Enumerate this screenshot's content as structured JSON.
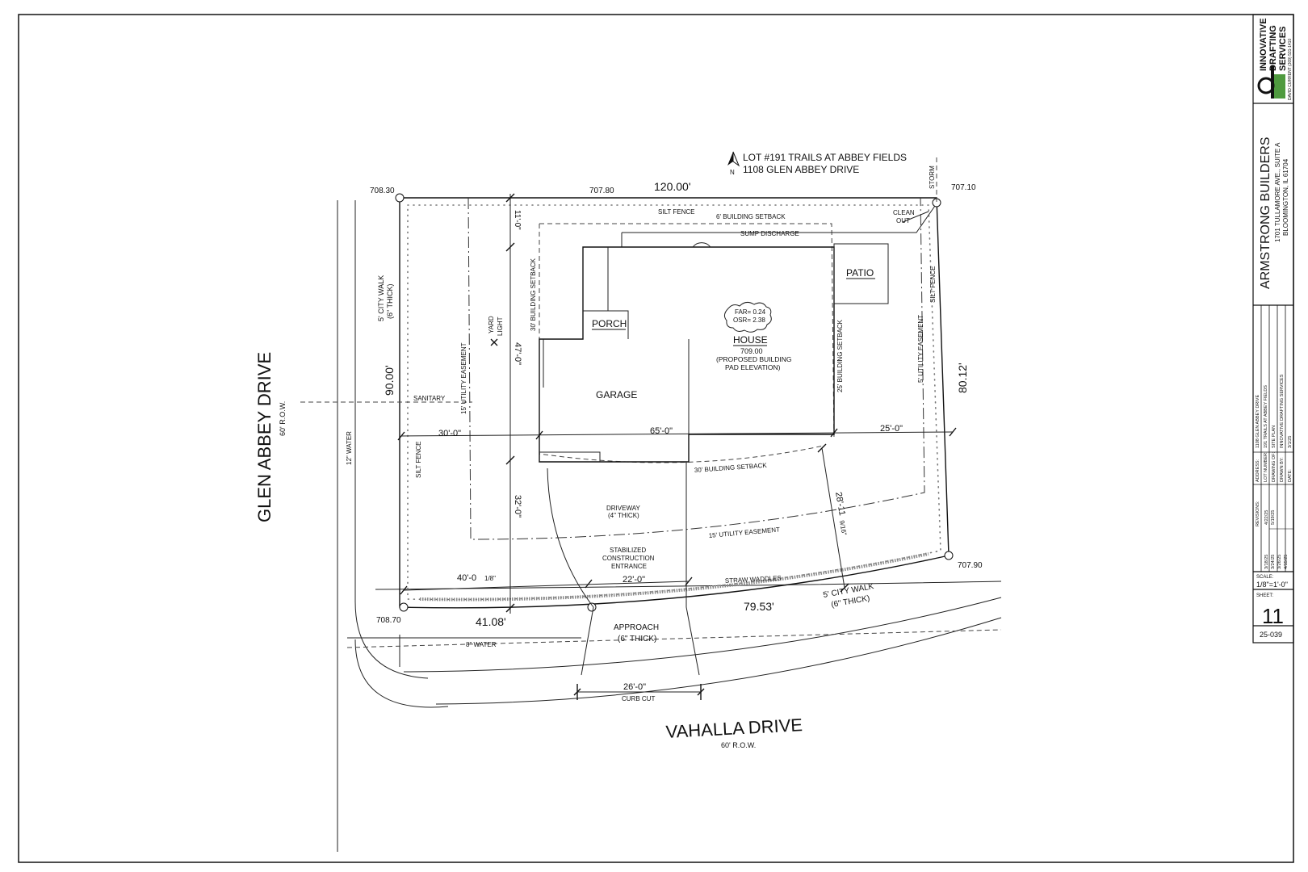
{
  "lot": {
    "title": "LOT #191 TRAILS AT ABBEY FIELDS",
    "address": "1108 GLEN ABBEY DRIVE",
    "north": "N"
  },
  "streets": {
    "glen_abbey": "GLEN ABBEY DRIVE",
    "glen_abbey_row": "60' R.O.W.",
    "vahalla": "VAHALLA DRIVE",
    "vahalla_row": "60' R.O.W."
  },
  "elevations": {
    "nw_corner": "708.30",
    "north_mid": "707.80",
    "ne_corner": "707.10",
    "se_corner": "707.90",
    "sw_corner": "708.70"
  },
  "dimensions": {
    "north_line": "120.00'",
    "west_line": "90.00'",
    "east_line": "80.12'",
    "south_west_seg": "41.08'",
    "south_east_seg": "79.53'",
    "front_setback_dim": "11'-0\"",
    "side_47": "47'-0\"",
    "side_32": "32'-0\"",
    "west_30": "30'-0\"",
    "house_65": "65'-0\"",
    "east_25": "25'-0\"",
    "drive_22": "22'-0\"",
    "sw_40": "40'-0",
    "sw_40_frac": "1/8\"",
    "se_28": "28'-11",
    "se_28_frac": "9/16\"",
    "curb_26": "26'-0\"",
    "curb_cut": "CURB CUT"
  },
  "labels": {
    "storm": "STORM",
    "clean_out_1": "CLEAN",
    "clean_out_2": "OUT",
    "silt_fence_north": "SILT FENCE",
    "silt_fence_east": "SILT FENCE",
    "silt_fence_west": "SILT FENCE",
    "setback_6": "6' BUILDING SETBACK",
    "sump": "SUMP DISCHARGE",
    "setback_30_west": "30' BUILDING SETBACK",
    "setback_25_east": "25' BUILDING SETBACK",
    "setback_30_south": "30' BUILDING SETBACK",
    "utility_15_west": "15' UTILITY EASEMENT",
    "utility_5_east": "5' UTILITY EASEMENT",
    "utility_15_south": "15' UTILITY EASEMENT",
    "patio": "PATIO",
    "porch": "PORCH",
    "garage": "GARAGE",
    "house": "HOUSE",
    "house_elev": "709.00",
    "house_note_1": "(PROPOSED BUILDING",
    "house_note_2": "PAD ELEVATION)",
    "far": "FAR= 0.24",
    "osr": "OSR= 2.38",
    "yard_light_1": "YARD",
    "yard_light_2": "LIGHT",
    "city_walk_west_1": "5' CITY WALK",
    "city_walk_west_2": "(6\" THICK)",
    "sanitary": "SANITARY",
    "water_12": "12\" WATER",
    "water_8": "8\" WATER",
    "driveway_1": "DRIVEWAY",
    "driveway_2": "(4\" THICK)",
    "stab_1": "STABILIZED",
    "stab_2": "CONSTRUCTION",
    "stab_3": "ENTRANCE",
    "straw": "STRAW WADDLES",
    "city_walk_south_1": "5' CITY WALK",
    "city_walk_south_2": "(6\" THICK)",
    "approach_1": "APPROACH",
    "approach_2": "(6\" THICK)"
  },
  "title_block": {
    "logo_letters": "ids",
    "firm_1": "INNOVATIVE",
    "firm_2": "DRAFTING",
    "firm_3": "SERVICES",
    "firm_contact": "DAVID CURRENT    (309) 531-1410",
    "builder": "ARMSTRONG BUILDERS",
    "builder_addr_1": "1701 TULLAMORE AVE., SUITE A",
    "builder_addr_2": "BLOOMINGTON, IL 61704",
    "info_labels": [
      "ADDRESS:",
      "LOT NUMBER:",
      "DRAWING OF:",
      "DRAWN BY:",
      "DATE:"
    ],
    "info_values": [
      "1108 GLEN ABBEY DRIVE",
      "191 TRAILS AT ABBEY FIELDS",
      "SITE PLAN",
      "INNOVATIVE DRAFTING SERVICES",
      "3/1/25"
    ],
    "revisions_label": "REVISIONS:",
    "revisions_col1": [
      "3/18/25",
      "3/24/25",
      "3/26/25",
      "4/15/25"
    ],
    "revisions_col2": [
      "4/22/25",
      "5/19/25"
    ],
    "scale_label": "SCALE:",
    "scale": "1/8\"=1'-0\"",
    "sheet_label": "SHEET:",
    "sheet": "11",
    "job": "25-039"
  },
  "colors": {
    "logo_green": "#4f9a3f",
    "line": "#111111"
  }
}
